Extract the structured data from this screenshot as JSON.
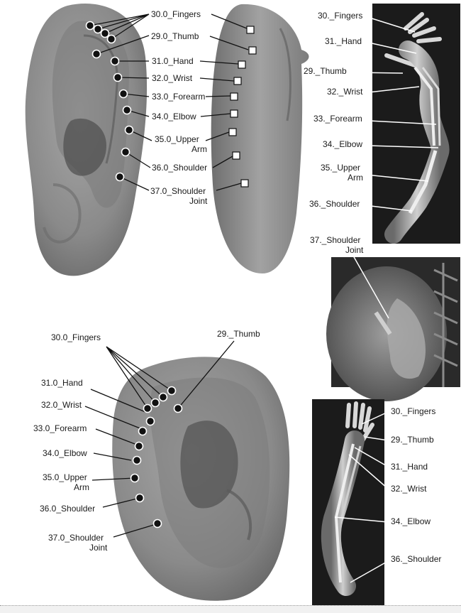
{
  "top_ear_labels": {
    "fingers": "30.0_Fingers",
    "thumb": "29.0_Thumb",
    "hand": "31.0_Hand",
    "wrist": "32.0_Wrist",
    "forearm": "33.0_Forearm",
    "elbow": "34.0_Elbow",
    "upper_arm_1": "35.0_Upper",
    "upper_arm_2": "Arm",
    "shoulder": "36.0_Shoulder",
    "shoulder_joint_1": "37.0_Shoulder",
    "shoulder_joint_2": "Joint"
  },
  "top_arm_labels": {
    "fingers": "30._Fingers",
    "hand": "31._Hand",
    "thumb": "29._Thumb",
    "wrist": "32._Wrist",
    "forearm": "33._Forearm",
    "elbow": "34._Elbow",
    "upper_arm_1": "35._Upper",
    "upper_arm_2": "Arm",
    "shoulder": "36._Shoulder",
    "shoulder_joint_1": "37._Shoulder",
    "shoulder_joint_2": "Joint"
  },
  "bottom_ear_labels": {
    "fingers": "30.0_Fingers",
    "thumb": "29._Thumb",
    "hand": "31.0_Hand",
    "wrist": "32.0_Wrist",
    "forearm": "33.0_Forearm",
    "elbow": "34.0_Elbow",
    "upper_arm_1": "35.0_Upper",
    "upper_arm_2": "Arm",
    "shoulder": "36.0_Shoulder",
    "shoulder_joint_1": "37.0_Shoulder",
    "shoulder_joint_2": "Joint"
  },
  "bottom_arm_labels": {
    "fingers": "30._Fingers",
    "thumb": "29._Thumb",
    "hand": "31._Hand",
    "wrist": "32._Wrist",
    "elbow": "34._Elbow",
    "shoulder": "36._Shoulder"
  },
  "colors": {
    "ear_skin": "#8f8f8f",
    "ear_shadow": "#5a5a5a",
    "arm_background": "#1b1b1b",
    "leader_dark": "#111111",
    "leader_light": "#ffffff"
  }
}
